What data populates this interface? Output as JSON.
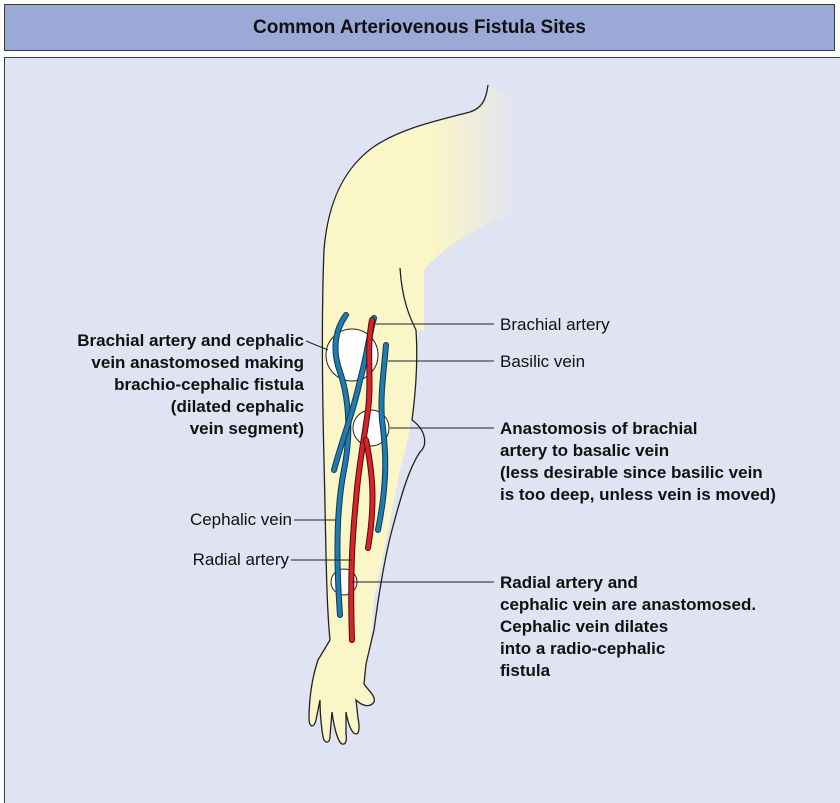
{
  "title": "Common Arteriovenous Fistula Sites",
  "labels": {
    "brachial_artery": "Brachial artery",
    "basilic_vein": "Basilic vein",
    "cephalic_vein": "Cephalic vein",
    "radial_artery": "Radial artery",
    "brachio_cephalic": "Brachial artery and cephalic\nvein anastomosed making\nbrachio-cephalic fistula\n(dilated cephalic\nvein segment)",
    "brachial_basalic": "Anastomosis of brachial\nartery to basalic vein\n(less desirable since basilic vein\nis too deep, unless vein is moved)",
    "radio_cephalic": "Radial artery and\ncephalic vein are anastomosed.\nCephalic vein dilates\ninto a radio-cephalic\nfistula"
  },
  "colors": {
    "header_bg": "#9aa9d6",
    "panel_bg": "#e0e3f1",
    "skin": "#fbf6c8",
    "artery": "#d8232a",
    "vein": "#1f7bb0",
    "outline": "#222222"
  }
}
